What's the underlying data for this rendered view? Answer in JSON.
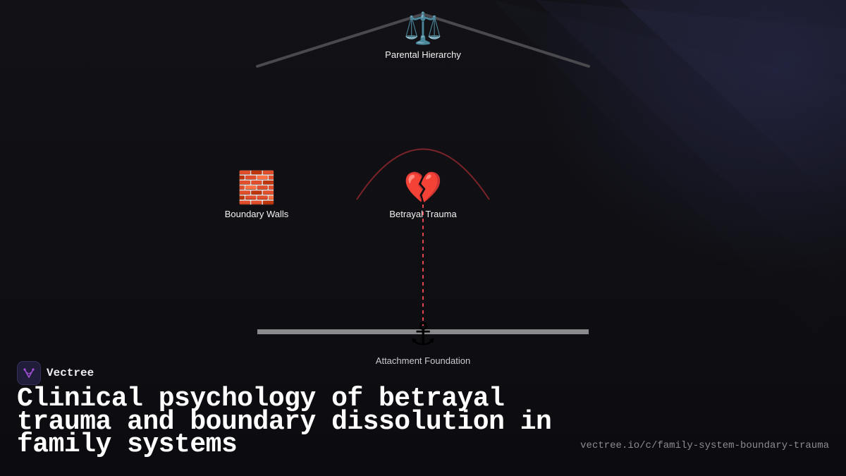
{
  "diagram": {
    "nodes": {
      "hierarchy": {
        "icon": "balance-scale-icon",
        "glyph": "⚖️",
        "label": "Parental Hierarchy"
      },
      "walls": {
        "icon": "brick-wall-icon",
        "glyph": "🧱",
        "label": "Boundary Walls"
      },
      "betrayal": {
        "icon": "broken-heart-icon",
        "glyph": "💔",
        "label": "Betrayal Trauma"
      },
      "foundation": {
        "icon": "anchor-icon",
        "glyph": "⚓",
        "label": "Attachment Foundation"
      }
    },
    "colors": {
      "roof": "#4a4a4e",
      "arc": "#7a2328",
      "dashed": "#e0454b",
      "floor": "#8a8a8c"
    }
  },
  "brand": {
    "name": "Vectree",
    "logo_icon": "vectree-logo-icon",
    "accent": "#a34fd6"
  },
  "headline": "Clinical psychology of betrayal trauma and boundary dissolution in family systems",
  "source_url": "vectree.io/c/family-system-boundary-trauma"
}
